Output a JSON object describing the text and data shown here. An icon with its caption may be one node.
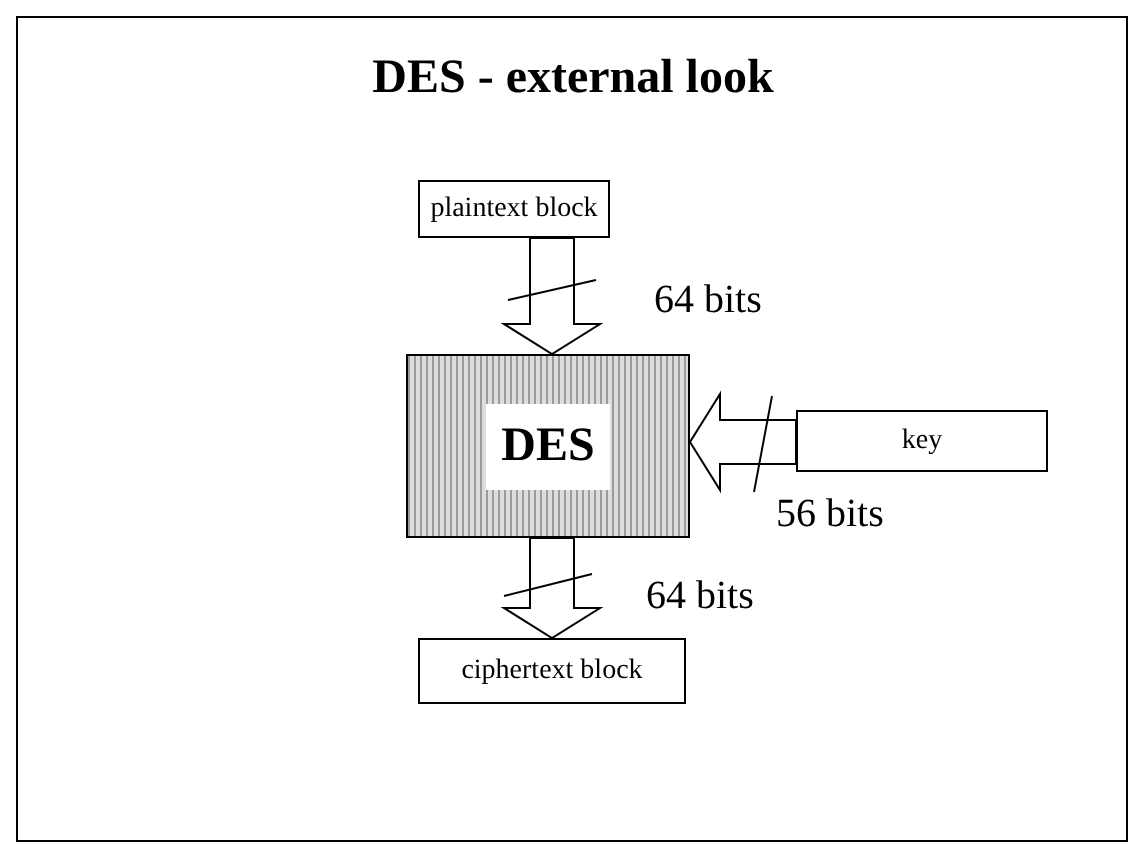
{
  "diagram": {
    "title": "DES - external look",
    "nodes": [
      {
        "text": [
          "plaintext block"
        ]
      },
      {
        "text": [
          "DES"
        ]
      },
      {
        "text": [
          "key"
        ]
      },
      {
        "text": [
          "ciphertext block"
        ]
      }
    ],
    "edges": [
      {
        "from": 0,
        "to": 1,
        "arrow": "to",
        "label": "64 bits"
      },
      {
        "from": 2,
        "to": 1,
        "arrow": "to",
        "label": "56 bits"
      },
      {
        "from": 1,
        "to": 3,
        "arrow": "to",
        "label": "64 bits"
      }
    ]
  }
}
